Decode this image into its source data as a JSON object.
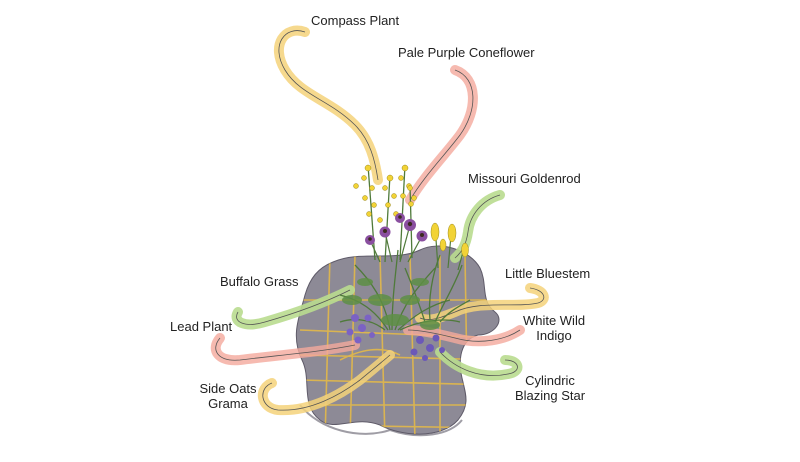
{
  "labels": {
    "compass_plant": "Compass Plant",
    "pale_purple_coneflower": "Pale Purple Coneflower",
    "missouri_goldenrod": "Missouri Goldenrod",
    "little_bluestem": "Little Bluestem",
    "buffalo_grass": "Buffalo Grass",
    "white_wild_indigo_1": "White Wild",
    "white_wild_indigo_2": "Indigo",
    "lead_plant": "Lead Plant",
    "cylindric_blazing_star_1": "Cylindric",
    "cylindric_blazing_star_2": "Blazing Star",
    "side_oats_grama_1": "Side Oats",
    "side_oats_grama_2": "Grama"
  },
  "colors": {
    "stone": "#8d8a96",
    "stone_dark": "#6f6b7a",
    "grid": "#e3b84a",
    "ribbon_yellow": "#f5d27a",
    "ribbon_pink": "#f4a99c",
    "ribbon_green": "#b9dc8f",
    "stem": "#4f7a3a",
    "flower_yellow": "#f2d336",
    "flower_purple": "#8a4fa0",
    "flower_violet": "#7b62c4"
  }
}
